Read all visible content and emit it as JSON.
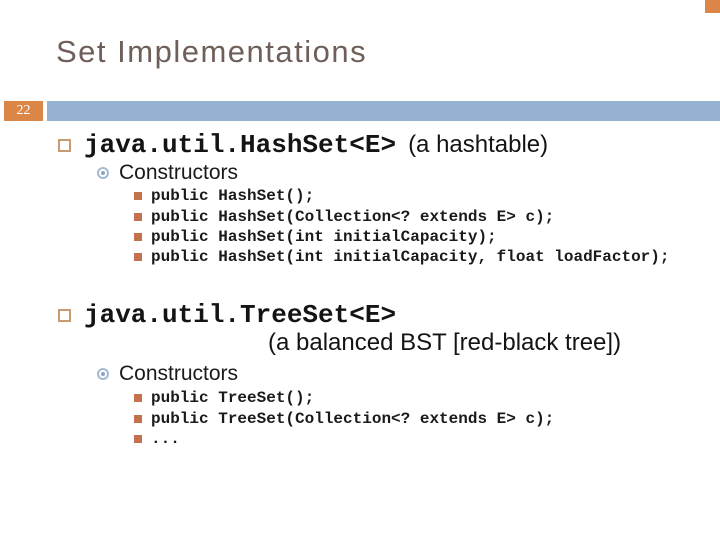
{
  "slide": {
    "title": "Set Implementations",
    "page_number": "22"
  },
  "colors": {
    "accent_orange": "#DB8546",
    "bullet_orange": "#C2734D",
    "bullet_tan_border": "#C89B72",
    "bar_blue": "#95B3D0",
    "circle_bullet_blue": "#A3BBD0",
    "title_brown": "#6E5F58"
  },
  "content": {
    "sections": [
      {
        "heading_code": "java.util.HashSet<E>",
        "heading_note": "(a hashtable)",
        "sub_heading": "Constructors",
        "code_lines": [
          "public HashSet();",
          "public HashSet(Collection<? extends E> c);",
          "public HashSet(int initialCapacity);",
          "public HashSet(int initialCapacity, float loadFactor);"
        ]
      },
      {
        "heading_code": "java.util.TreeSet<E>",
        "heading_note": "(a balanced BST [red-black tree])",
        "sub_heading": "Constructors",
        "code_lines": [
          "public TreeSet();",
          "public TreeSet(Collection<? extends E> c);",
          "..."
        ]
      }
    ]
  }
}
